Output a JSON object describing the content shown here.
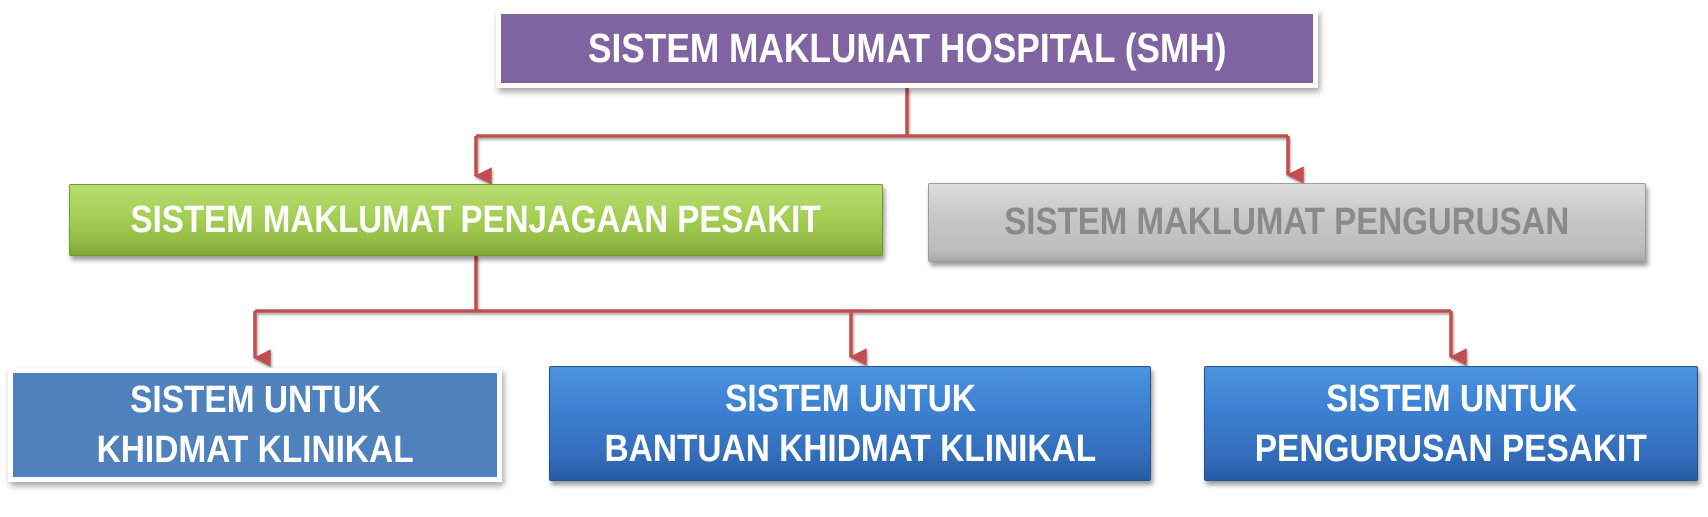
{
  "diagram": {
    "type": "hierarchy",
    "root": {
      "label": "SISTEM MAKLUMAT HOSPITAL  (SMH)",
      "color": "#8064a2"
    },
    "level2": [
      {
        "label": "SISTEM MAKLUMAT PENJAGAAN PESAKIT",
        "color": "#9bc84e"
      },
      {
        "label": "SISTEM MAKLUMAT PENGURUSAN",
        "color": "#c4c4c4",
        "text_color": "#8a8a8a"
      }
    ],
    "level3": [
      {
        "line1": "SISTEM UNTUK",
        "line2": "KHIDMAT KLINIKAL",
        "color": "#4f81bd"
      },
      {
        "line1": "SISTEM UNTUK",
        "line2": "BANTUAN KHIDMAT KLINIKAL",
        "color": "#3a7cc9"
      },
      {
        "line1": "SISTEM UNTUK",
        "line2": "PENGURUSAN PESAKIT",
        "color": "#3a7cc9"
      }
    ],
    "connector_color": "#c0504d",
    "edges": [
      {
        "from": "SISTEM MAKLUMAT HOSPITAL  (SMH)",
        "to": "SISTEM MAKLUMAT PENJAGAAN PESAKIT"
      },
      {
        "from": "SISTEM MAKLUMAT HOSPITAL  (SMH)",
        "to": "SISTEM MAKLUMAT PENGURUSAN"
      },
      {
        "from": "SISTEM MAKLUMAT PENJAGAAN PESAKIT",
        "to": "SISTEM UNTUK KHIDMAT KLINIKAL"
      },
      {
        "from": "SISTEM MAKLUMAT PENJAGAAN PESAKIT",
        "to": "SISTEM UNTUK BANTUAN KHIDMAT KLINIKAL"
      },
      {
        "from": "SISTEM MAKLUMAT PENJAGAAN PESAKIT",
        "to": "SISTEM UNTUK PENGURUSAN PESAKIT"
      }
    ]
  }
}
